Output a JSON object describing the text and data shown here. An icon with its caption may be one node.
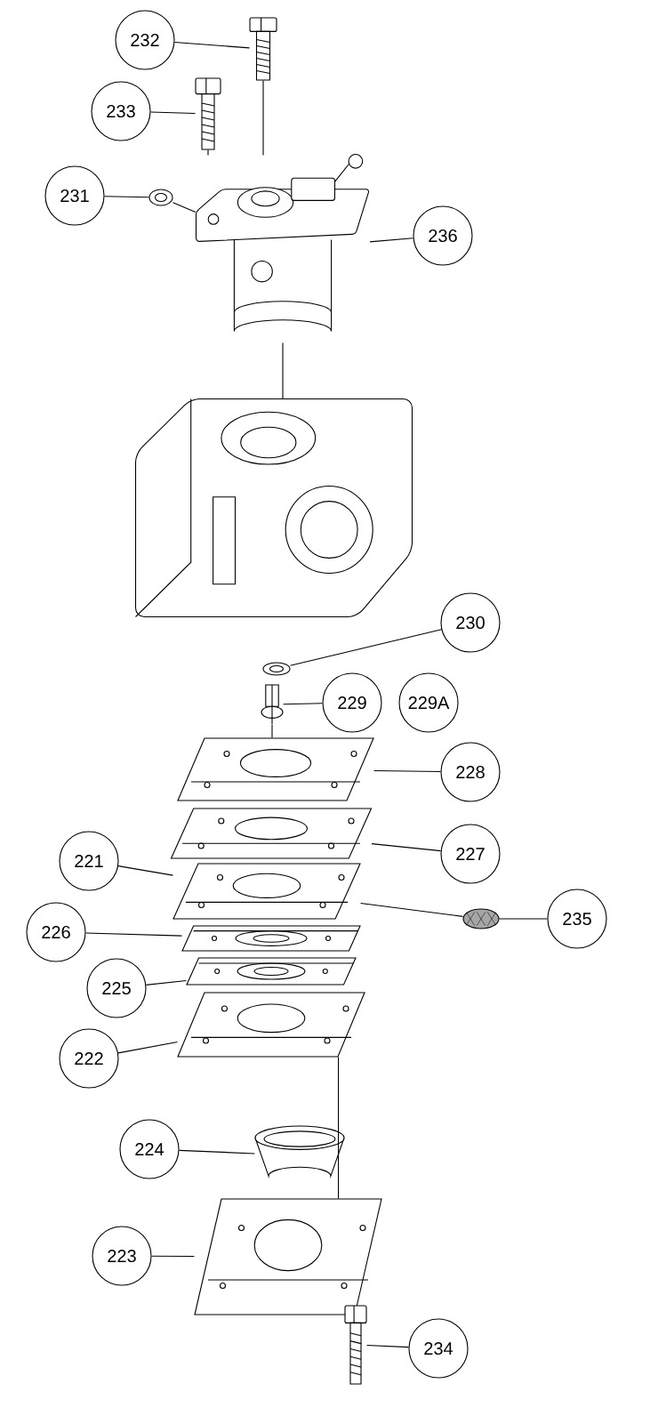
{
  "diagram": {
    "nodes": [
      {
        "text": [
          "232"
        ]
      },
      {
        "text": [],
        "shape": "picture"
      },
      {
        "text": [
          "233"
        ]
      },
      {
        "text": [],
        "shape": "picture"
      },
      {
        "text": [
          "231"
        ]
      },
      {
        "text": [],
        "shape": "picture"
      },
      {
        "text": [
          "236"
        ]
      },
      {
        "text": [],
        "shape": "picture"
      },
      {
        "text": [],
        "shape": "picture"
      },
      {
        "text": [
          "230"
        ]
      },
      {
        "text": [],
        "shape": "picture"
      },
      {
        "text": [
          "229"
        ]
      },
      {
        "text": [
          "229A"
        ]
      },
      {
        "text": [],
        "shape": "picture"
      },
      {
        "text": [
          "228"
        ]
      },
      {
        "text": [],
        "shape": "picture"
      },
      {
        "text": [
          "227"
        ]
      },
      {
        "text": [],
        "shape": "picture"
      },
      {
        "text": [
          "221"
        ]
      },
      {
        "text": [],
        "shape": "picture"
      },
      {
        "text": [
          "235"
        ]
      },
      {
        "text": [],
        "shape": "picture"
      },
      {
        "text": [
          "226"
        ]
      },
      {
        "text": [],
        "shape": "picture"
      },
      {
        "text": [
          "225"
        ]
      },
      {
        "text": [],
        "shape": "picture"
      },
      {
        "text": [
          "222"
        ]
      },
      {
        "text": [],
        "shape": "picture"
      },
      {
        "text": [
          "224"
        ]
      },
      {
        "text": [],
        "shape": "picture"
      },
      {
        "text": [
          "223"
        ]
      },
      {
        "text": [],
        "shape": "picture"
      },
      {
        "text": [
          "234"
        ]
      },
      {
        "text": [],
        "shape": "picture"
      }
    ],
    "edges": [
      {
        "from": 0,
        "to": 1,
        "arrow": "none"
      },
      {
        "from": 2,
        "to": 3,
        "arrow": "none"
      },
      {
        "from": 4,
        "to": 5,
        "arrow": "none"
      },
      {
        "from": 6,
        "to": 7,
        "arrow": "none"
      },
      {
        "from": 9,
        "to": 10,
        "arrow": "none"
      },
      {
        "from": 11,
        "to": 13,
        "arrow": "none"
      },
      {
        "from": 14,
        "to": 15,
        "arrow": "none"
      },
      {
        "from": 16,
        "to": 17,
        "arrow": "none"
      },
      {
        "from": 18,
        "to": 19,
        "arrow": "none"
      },
      {
        "from": 20,
        "to": 21,
        "arrow": "none"
      },
      {
        "from": 22,
        "to": 23,
        "arrow": "none"
      },
      {
        "from": 24,
        "to": 25,
        "arrow": "none"
      },
      {
        "from": 26,
        "to": 27,
        "arrow": "none"
      },
      {
        "from": 28,
        "to": 29,
        "arrow": "none"
      },
      {
        "from": 30,
        "to": 31,
        "arrow": "none"
      },
      {
        "from": 32,
        "to": 33,
        "arrow": "none"
      },
      {
        "from": 1,
        "to": 7,
        "arrow": "none"
      },
      {
        "from": 3,
        "to": 7,
        "arrow": "none"
      },
      {
        "from": 5,
        "to": 7,
        "arrow": "none"
      },
      {
        "from": 7,
        "to": 8,
        "arrow": "none"
      },
      {
        "from": 13,
        "to": 15,
        "arrow": "none"
      },
      {
        "from": 21,
        "to": 19,
        "arrow": "none"
      },
      {
        "from": 27,
        "to": 31,
        "arrow": "none"
      }
    ]
  }
}
